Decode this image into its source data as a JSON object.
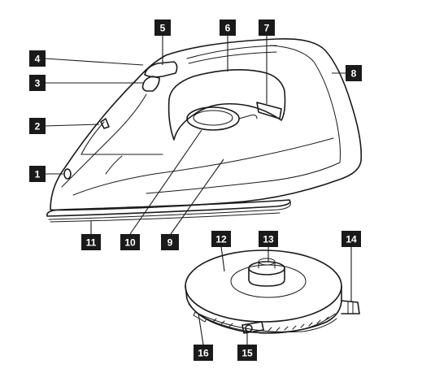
{
  "diagram": {
    "colors": {
      "badge": "#1a1a1a",
      "line": "#1a1a1a",
      "badge_text": "#ffffff"
    },
    "callouts": [
      {
        "id": "1",
        "label": "1"
      },
      {
        "id": "2",
        "label": "2"
      },
      {
        "id": "3",
        "label": "3"
      },
      {
        "id": "4",
        "label": "4"
      },
      {
        "id": "5",
        "label": "5"
      },
      {
        "id": "6",
        "label": "6"
      },
      {
        "id": "7",
        "label": "7"
      },
      {
        "id": "8",
        "label": "8"
      },
      {
        "id": "9",
        "label": "9"
      },
      {
        "id": "10",
        "label": "10"
      },
      {
        "id": "11",
        "label": "11"
      },
      {
        "id": "12",
        "label": "12"
      },
      {
        "id": "13",
        "label": "13"
      },
      {
        "id": "14",
        "label": "14"
      },
      {
        "id": "15",
        "label": "15"
      },
      {
        "id": "16",
        "label": "16"
      }
    ]
  }
}
